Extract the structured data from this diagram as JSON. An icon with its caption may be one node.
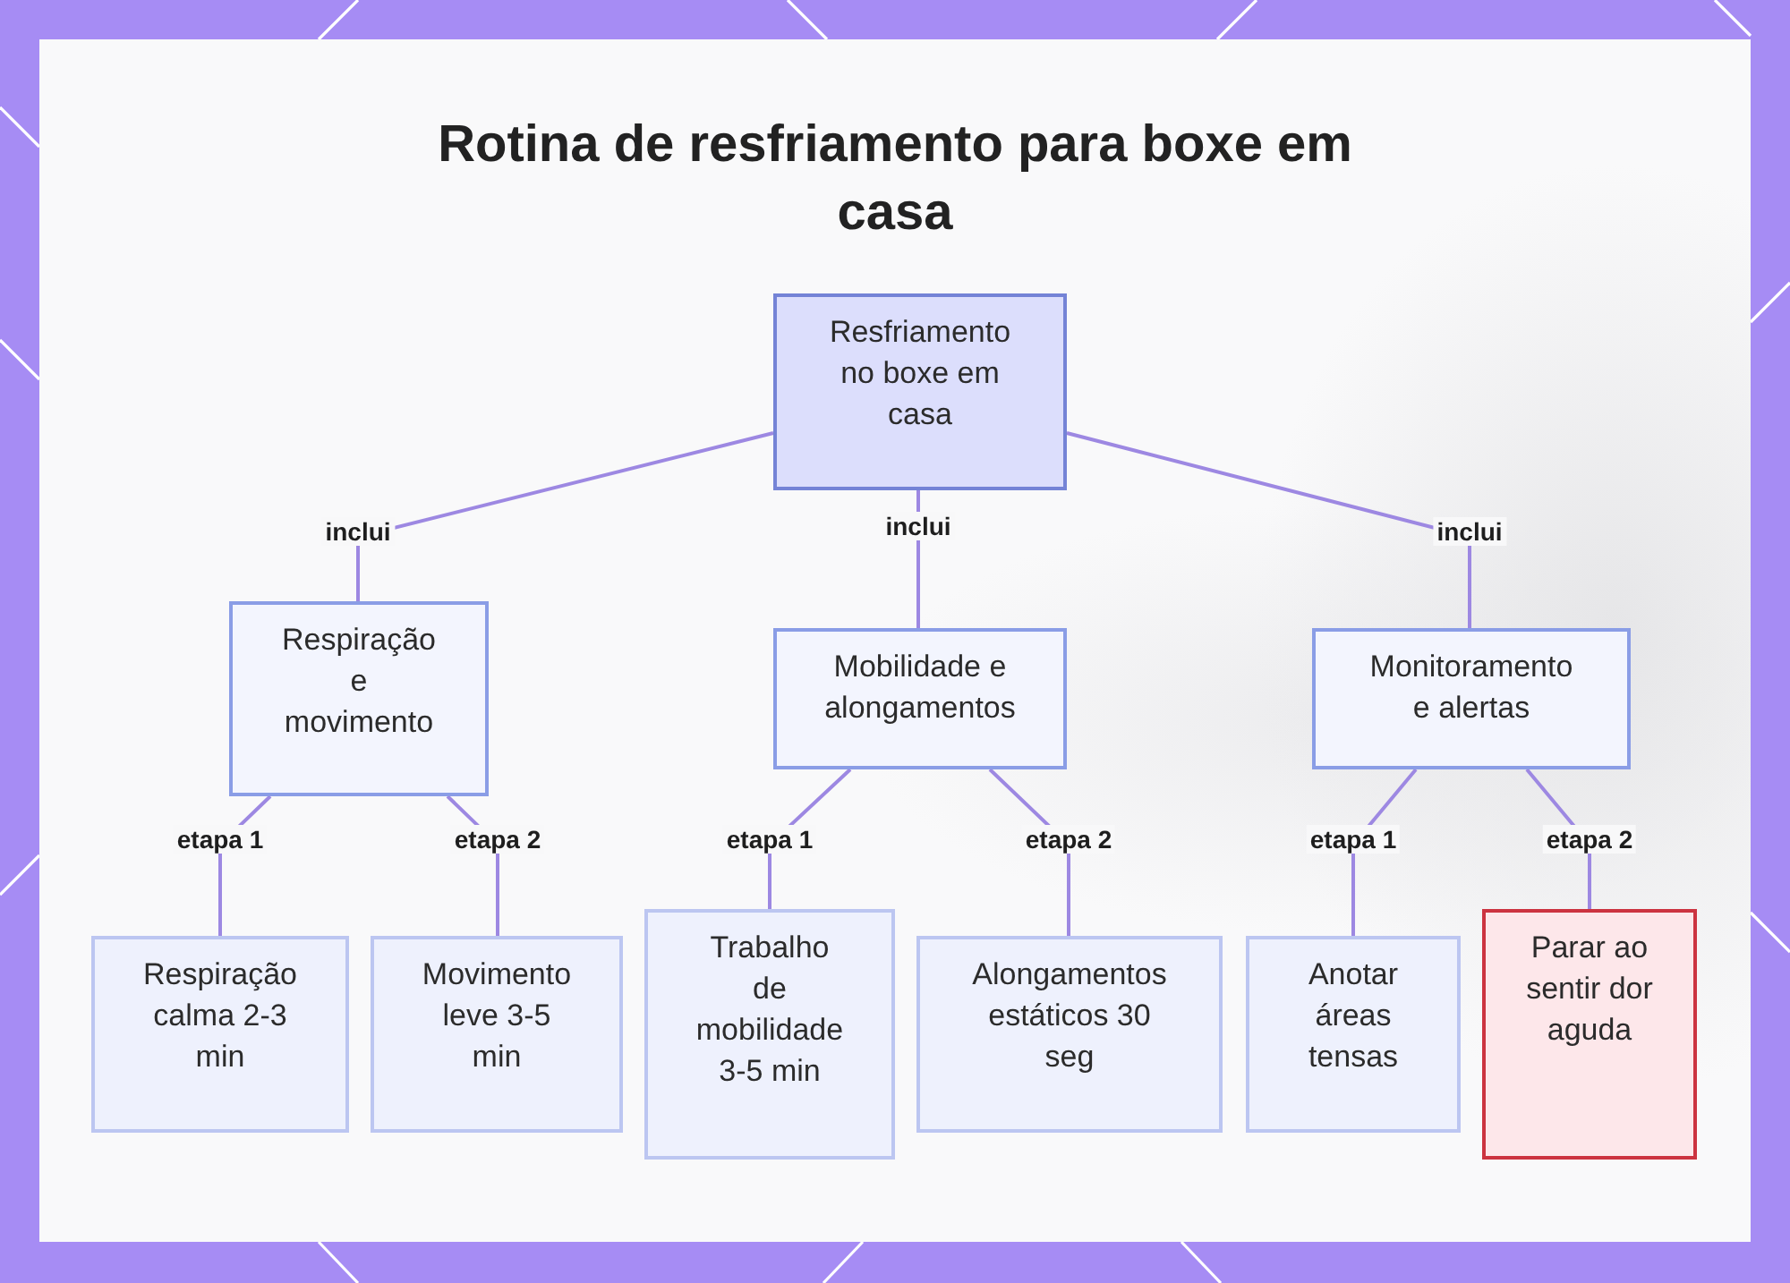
{
  "diagram": {
    "title": "Rotina de resfriamento para boxe em casa",
    "nodes": [
      {
        "text": [
          "Resfriamento no boxe em casa"
        ]
      },
      {
        "text": [
          "Respiração e movimento"
        ]
      },
      {
        "text": [
          "Mobilidade e alongamentos"
        ]
      },
      {
        "text": [
          "Monitoramento e alertas"
        ]
      },
      {
        "text": [
          "Respiração calma 2-3 min"
        ]
      },
      {
        "text": [
          "Movimento leve 3-5 min"
        ]
      },
      {
        "text": [
          "Trabalho de mobilidade 3-5 min"
        ]
      },
      {
        "text": [
          "Alongamentos estáticos 30 seg"
        ]
      },
      {
        "text": [
          "Anotar áreas tensas"
        ]
      },
      {
        "text": [
          "Parar ao sentir dor aguda"
        ]
      }
    ],
    "edges": [
      {
        "from": 0,
        "to": 1,
        "arrow": "none",
        "label": "inclui"
      },
      {
        "from": 0,
        "to": 2,
        "arrow": "none",
        "label": "inclui"
      },
      {
        "from": 0,
        "to": 3,
        "arrow": "none",
        "label": "inclui"
      },
      {
        "from": 1,
        "to": 4,
        "arrow": "none",
        "label": "etapa 1"
      },
      {
        "from": 1,
        "to": 5,
        "arrow": "none",
        "label": "etapa 2"
      },
      {
        "from": 2,
        "to": 6,
        "arrow": "none",
        "label": "etapa 1"
      },
      {
        "from": 2,
        "to": 7,
        "arrow": "none",
        "label": "etapa 2"
      },
      {
        "from": 3,
        "to": 8,
        "arrow": "none",
        "label": "etapa 1"
      },
      {
        "from": 3,
        "to": 9,
        "arrow": "none",
        "label": "etapa 2"
      }
    ]
  }
}
